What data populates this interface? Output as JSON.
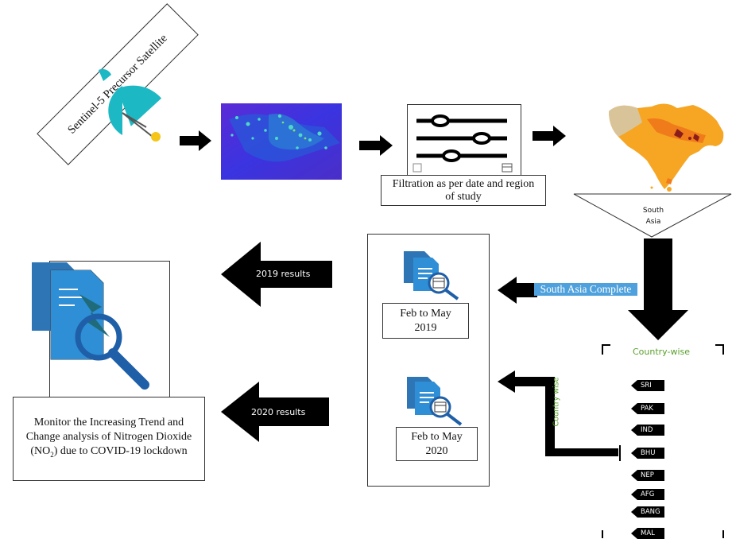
{
  "satellite": {
    "label": "Sentinel-5 Precursor Satellite",
    "icon": "satellite-icon"
  },
  "filtration": {
    "label": "Filtration as per date and region of study",
    "icon": "sliders-icon"
  },
  "south_asia": {
    "label": "South Asia",
    "icon": "south-asia-map"
  },
  "south_asia_complete": {
    "label": "South Asia Complete"
  },
  "country_wise": {
    "title": "Country-wise",
    "side_label": "Country wise",
    "countries": [
      "SRI",
      "PAK",
      "IND",
      "BHU",
      "NEP",
      "AFG",
      "BANG",
      "MAL"
    ]
  },
  "period_2019": {
    "label": "Feb to May 2019",
    "icon": "document-search-icon"
  },
  "period_2020": {
    "label": "Feb to May 2020",
    "icon": "document-search-icon"
  },
  "results_2019": {
    "label": "2019 results"
  },
  "results_2020": {
    "label": "2020 results"
  },
  "monitor": {
    "label_before": "Monitor the Increasing Trend and Change analysis of Nitrogen Dioxide (NO",
    "subscript": "2",
    "label_after": ") due to COVID-19 lockdown"
  },
  "colors": {
    "arrow": "#000000",
    "doc_blue": "#2e75b6",
    "label_blue": "#4ea1dc",
    "country_green": "#5aa02c",
    "map_orange": "#f6a623"
  }
}
